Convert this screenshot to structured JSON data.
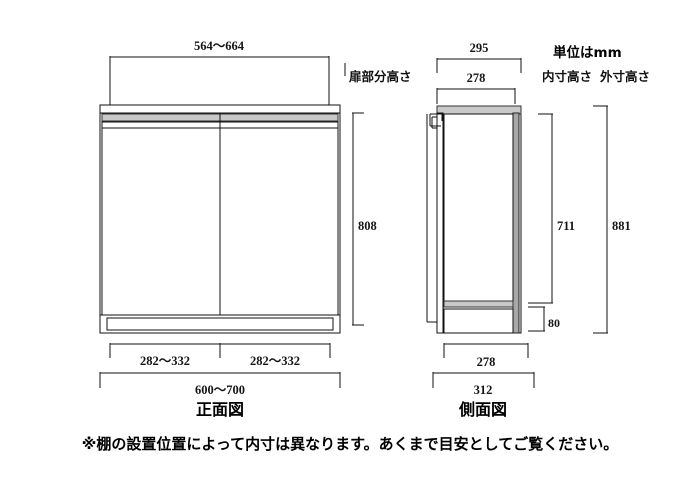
{
  "header": {
    "unit_note": "単位はmm"
  },
  "labels": {
    "door_height": "扉部分高さ",
    "inner_height": "内寸高さ",
    "outer_height": "外寸高さ"
  },
  "front_view": {
    "title": "正面図",
    "dimensions": {
      "door_width_total": "564〜664",
      "door_width_left": "282〜332",
      "door_width_right": "282〜332",
      "outer_width": "600〜700",
      "door_height": "808"
    }
  },
  "side_view": {
    "title": "側面図",
    "dimensions": {
      "outer_depth_top": "295",
      "inner_depth_top": "278",
      "inner_depth_bottom": "278",
      "outer_depth_bottom": "312",
      "base_height": "80",
      "inner_height": "711",
      "outer_height": "881"
    }
  },
  "footnote": {
    "text": "※棚の設置位置によって内寸は異なります。あくまで目安としてご覧ください。"
  },
  "colors": {
    "line": "#111111",
    "panel_fill": "#ffffff",
    "panel_gray": "#c9c9c9",
    "back_panel_gray": "#a8a8a8",
    "background": "#ffffff"
  }
}
